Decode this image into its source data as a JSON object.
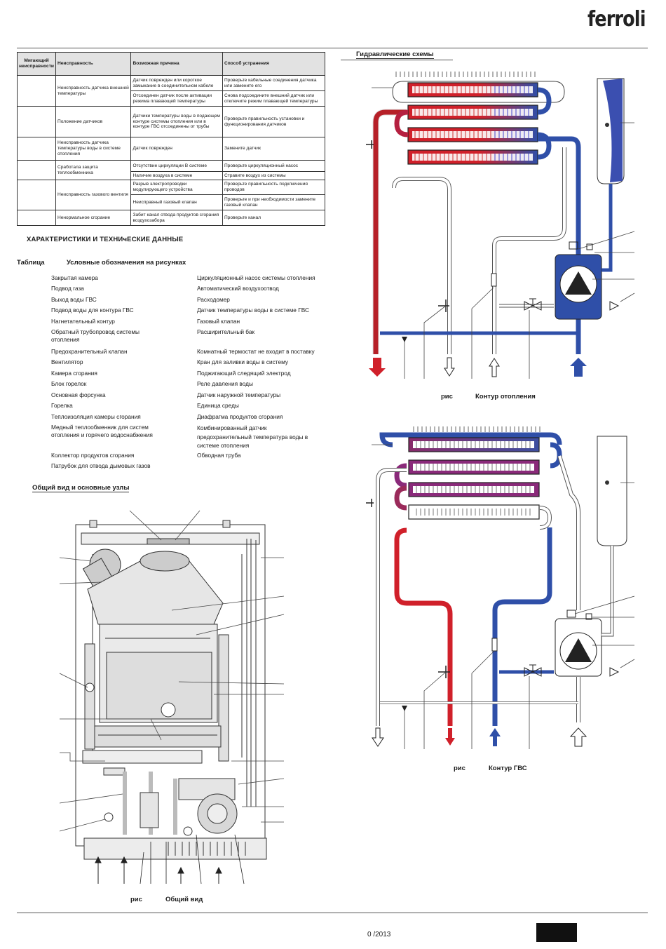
{
  "brand": {
    "logo_text": "ferroli"
  },
  "fault_table": {
    "headers": [
      "Мигающий неисправности",
      "Неисправность",
      "Возможная причина",
      "Способ устранения"
    ],
    "rows": [
      {
        "fault": "Неисправность датчика внешней температуры",
        "causes": [
          "Датчик поврежден или короткое замыкание в соединительном кабеле",
          "Отсоединен датчик после активации режима плавающей температуры"
        ],
        "remedies": [
          "Проверьте кабельные соединения датчика или замените его",
          "Снова подсоедините внешний датчик или отключите режим плавающей температуры"
        ]
      },
      {
        "fault": "Положение датчиков",
        "causes": [
          "Датчики температуры воды в подающем контуре системы отопления или в контуре ГВС отсоединены от трубы"
        ],
        "remedies": [
          "Проверьте правильность установки и функционирования датчиков"
        ]
      },
      {
        "fault": "Неисправность датчика температуры воды в системе отопления",
        "causes": [
          "Датчик поврежден"
        ],
        "remedies": [
          "Замените датчик"
        ]
      },
      {
        "fault": "Сработала защита теплообменника",
        "causes": [
          "Отсутствие циркуляции В системе",
          "Наличие воздуха в системе"
        ],
        "remedies": [
          "Проверьте циркуляционный насос",
          "Стравите воздух из системы"
        ]
      },
      {
        "fault": "Неисправность газового вентиля",
        "causes": [
          "Разрыв электропроводки модулирующего устройства",
          "Неисправный газовый клапан"
        ],
        "remedies": [
          "Проверьте правильность подключения проводов",
          "Проверьте и при необходимости замените газовый клапан"
        ]
      },
      {
        "fault": "Ненормальное сгорание",
        "causes": [
          "Забит канал отвода продуктов сгорания воздухозабора"
        ],
        "remedies": [
          "Проверьте канал"
        ]
      }
    ]
  },
  "spec_heading": "ХАРАКТЕРИСТИКИ И ТЕХНИчЕСКИЕ ДАННЫЕ",
  "table_label": "Таблица",
  "table_title": "Условные обозначения на рисунках",
  "legend_left": [
    "Закрытая камера",
    "Подвод газа",
    "Выход воды ГВС",
    "Подвод воды для контура ГВС",
    "Нагнетательный контур",
    "Обратный трубопровод системы отопления",
    "Предохранительный клапан",
    "Вентилятор",
    "Камера сгорания",
    "Блок горелок",
    "Основная форсунка",
    "Горелка",
    "Теплоизоляция камеры сгорания",
    "Медный теплообменник для систем отопления и горячего водоснабжения",
    "Коллектор продуктов сгорания",
    "Патрубок для отвода дымовых газов"
  ],
  "legend_right": [
    "Циркуляционный насос системы отопления",
    "Автоматический воздухоотвод",
    "Расходомер",
    "Датчик температуры воды в системе ГВС",
    "Газовый клапан",
    "Расширительный бак",
    "Комнатный термостат не входит в поставку",
    "Кран для заливки воды в систему",
    "Поджигающий следящий электрод",
    "Реле давления воды",
    "Датчик наружной температуры",
    "Единица среды",
    "Диафрагма продуктов сгорания",
    "Комбинированный датчик предохранительный температура воды в системе отопления",
    "Обводная труба"
  ],
  "general_view_heading": "Общий вид и основные узлы",
  "hydraulic_heading": "Гидравлические схемы",
  "fig_caption_1": {
    "prefix": "рис",
    "title": "Контур отопления"
  },
  "fig_caption_2": {
    "prefix": "рис",
    "title": "Контур ГВС"
  },
  "fig_caption_3": {
    "prefix": "рис",
    "title": "Общий вид"
  },
  "footer": {
    "date": "0 /2013"
  },
  "colors": {
    "hot": "#d0202a",
    "cold": "#2f4fa8",
    "pump": "#2f4fa8"
  }
}
